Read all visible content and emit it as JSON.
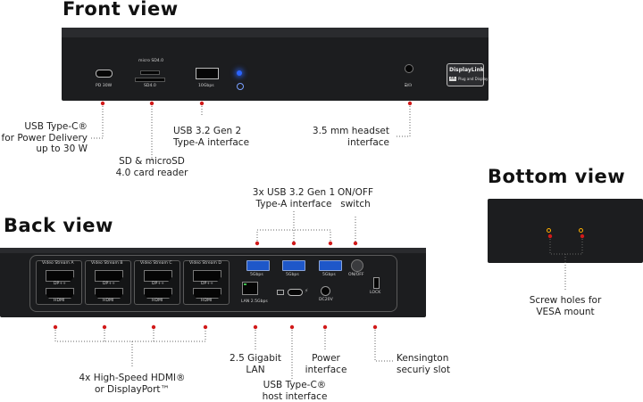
{
  "headings": {
    "front": "Front view",
    "back": "Back view",
    "bottom": "Bottom view"
  },
  "front_device": {
    "labels": {
      "pd": "PD 30W",
      "microsd": "micro SD4.0",
      "sd": "SD4.0",
      "usb_speed": "10Gbps",
      "audio": "⌸/☊"
    },
    "logo": {
      "name": "DisplayLink",
      "badge": "4K",
      "tagline": "Plug and Display"
    },
    "accent_led": "#2b64ff"
  },
  "back_device": {
    "streams": [
      {
        "label": "Video Stream A",
        "dp": "DP++",
        "hdmi": "HDMI"
      },
      {
        "label": "Video Stream B",
        "dp": "DP++",
        "hdmi": "HDMI"
      },
      {
        "label": "Video Stream C",
        "dp": "DP++",
        "hdmi": "HDMI"
      },
      {
        "label": "Video Stream D",
        "dp": "DP++",
        "hdmi": "HDMI"
      }
    ],
    "usb_speeds": [
      "5Gbps",
      "5Gbps",
      "5Gbps"
    ],
    "onoff": "ON/OFF",
    "lan": "LAN 2.5Gbps",
    "dc": "DC20V",
    "lock": "LOCK"
  },
  "callouts": {
    "front_usbc": [
      "USB Type-C®",
      "for Power Delivery",
      "up to 30 W"
    ],
    "front_sd": [
      "SD & microSD",
      "4.0 card reader"
    ],
    "front_usba": [
      "USB 3.2 Gen 2",
      "Type-A interface"
    ],
    "front_headset": [
      "3.5 mm headset",
      "interface"
    ],
    "back_usb3": [
      "3x USB 3.2 Gen 1",
      "Type-A interface"
    ],
    "back_onoff": [
      "ON/OFF",
      "switch"
    ],
    "back_hdmi": [
      "4x High-Speed HDMI®",
      "or DisplayPort™"
    ],
    "back_lan": [
      "2.5 Gigabit",
      "LAN"
    ],
    "back_usbc": [
      "USB Type-C®",
      "host interface"
    ],
    "back_power": [
      "Power",
      "interface"
    ],
    "back_kensington": [
      "Kensington",
      "securiy slot"
    ],
    "bottom_screws": [
      "Screw holes for",
      "VESA mount"
    ]
  },
  "colors": {
    "device": "#1e1f21",
    "marker": "#d11a1a",
    "usb_blue": "#1e57c9"
  }
}
